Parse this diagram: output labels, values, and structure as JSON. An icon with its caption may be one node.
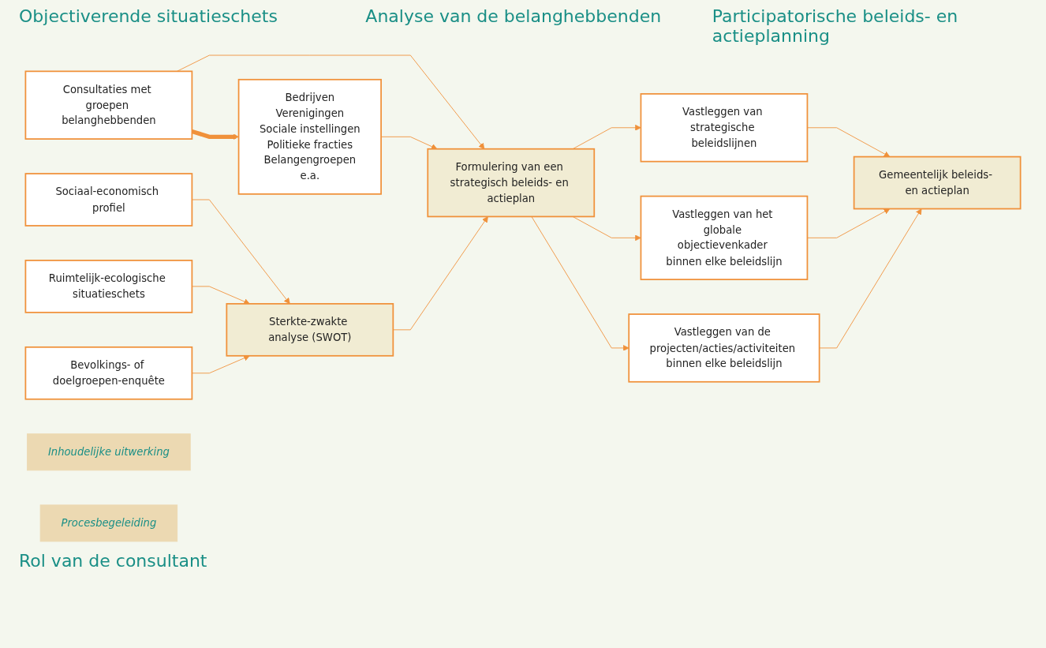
{
  "diagram": {
    "nodes": [
      {
        "text": [
          "Sociaal-economisch profiel"
        ]
      },
      {
        "text": [
          "Ruimtelijk-ecologische situatieschets"
        ]
      },
      {
        "text": [
          "Bevolkings- of doelgroepen-enquête"
        ]
      },
      {
        "text": [
          "Consultaties met groepen belanghebbenden"
        ]
      },
      {
        "text": [
          "Bedrijven",
          "Verenigingen",
          "Sociale instellingen",
          "Politieke fracties",
          "Belangengroepen",
          "e.a."
        ]
      },
      {
        "text": [
          "Sterkte-zwakte analyse (SWOT)"
        ]
      },
      {
        "text": [
          "Formulering van een strategisch beleids- en actieplan"
        ]
      },
      {
        "text": [
          "Vastleggen van strategische beleidslijnen"
        ]
      },
      {
        "text": [
          "Vastleggen van het globale objectievenkader binnen elke beleidslijn"
        ]
      },
      {
        "text": [
          "Vastleggen van de projecten/acties/activiteiten binnen elke beleidslijn"
        ]
      },
      {
        "text": [
          "Gemeentelijk beleids- en actieplan"
        ]
      },
      {
        "text": [
          "Inhoudelijke uitwerking"
        ]
      },
      {
        "text": [
          "Procesbegeleiding"
        ]
      }
    ],
    "edges": [
      {
        "from": 0,
        "to": 5,
        "arrow": "to"
      },
      {
        "from": 1,
        "to": 5,
        "arrow": "to"
      },
      {
        "from": 2,
        "to": 5,
        "arrow": "to"
      },
      {
        "from": 3,
        "to": 4,
        "arrow": "to",
        "style": "thick"
      },
      {
        "from": 3,
        "to": 6,
        "arrow": "to"
      },
      {
        "from": 4,
        "to": 6,
        "arrow": "to"
      },
      {
        "from": 5,
        "to": 6,
        "arrow": "to"
      },
      {
        "from": 6,
        "to": 7,
        "arrow": "to"
      },
      {
        "from": 6,
        "to": 8,
        "arrow": "to"
      },
      {
        "from": 6,
        "to": 9,
        "arrow": "to"
      },
      {
        "from": 7,
        "to": 10,
        "arrow": "to"
      },
      {
        "from": 8,
        "to": 10,
        "arrow": "to"
      },
      {
        "from": 9,
        "to": 10,
        "arrow": "to"
      }
    ],
    "labels": [
      "Objectiverende situatieschets",
      "Analyse van de belanghebbenden",
      "Participatorische beleids- en actieplanning",
      "Rol van de consultant"
    ]
  }
}
